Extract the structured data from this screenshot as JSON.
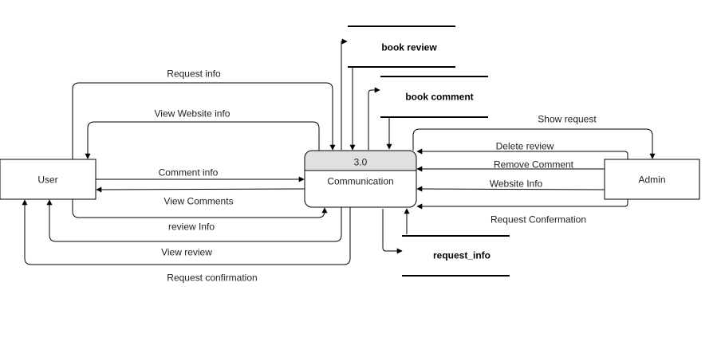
{
  "entities": {
    "user": "User",
    "admin": "Admin"
  },
  "process": {
    "number": "3.0",
    "name": "Communication",
    "header_color": "#e0e0e0"
  },
  "data_stores": {
    "book_review": "book review",
    "book_comment": "book comment",
    "request_info": "request_info"
  },
  "flows": {
    "request_info": "Request info",
    "view_website_info": "View Website info",
    "comment_info": "Comment info",
    "view_comments": "View Comments",
    "review_info": "review Info",
    "view_review": "View review",
    "request_confirmation": "Request confirmation",
    "show_request": "Show request",
    "delete_review": "Delete review",
    "remove_comment": "Remove Comment",
    "website_info": "Website Info",
    "request_confermation": "Request Confermation"
  }
}
